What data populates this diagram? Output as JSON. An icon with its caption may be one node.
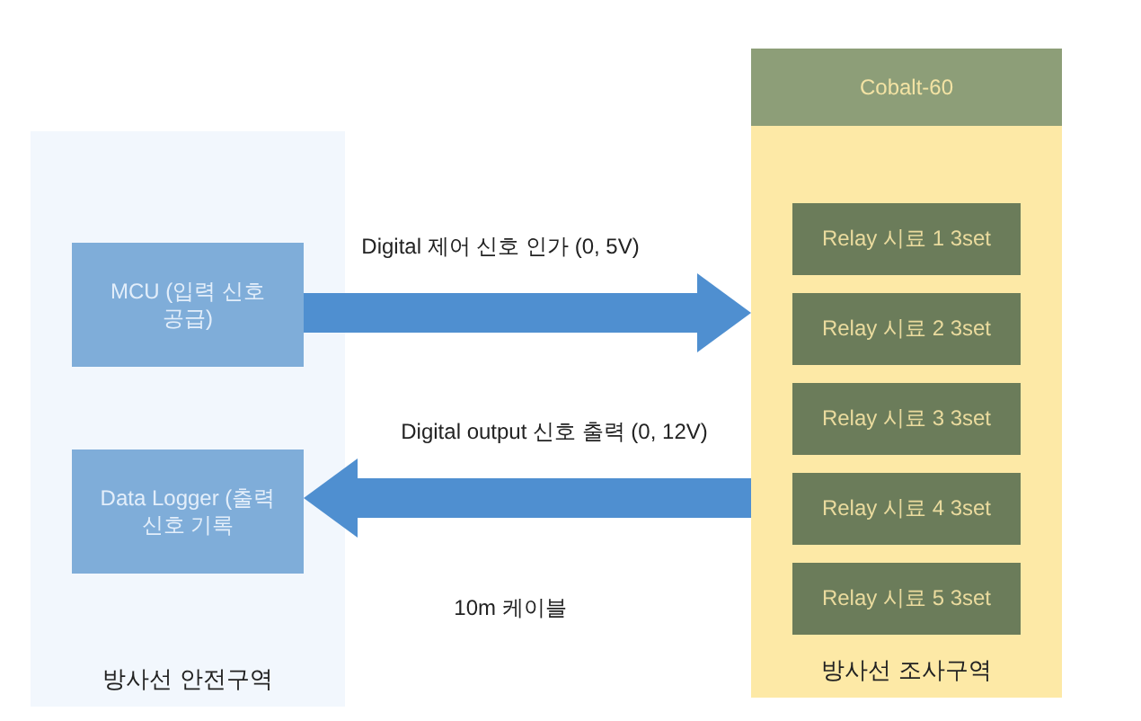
{
  "diagram": {
    "nodes": [
      {
        "text": [
          "방사선 안전구역"
        ]
      },
      {
        "text": [
          "MCU (입력 신호 공급)"
        ],
        "in": 0
      },
      {
        "text": [
          "Data Logger (출력 신호 기록"
        ],
        "in": 0
      },
      {
        "text": [
          "방사선 조사구역"
        ]
      },
      {
        "text": [
          "Cobalt-60"
        ],
        "in": 3
      },
      {
        "text": [
          "Relay 시료 1 3set"
        ],
        "in": 3
      },
      {
        "text": [
          "Relay 시료 2 3set"
        ],
        "in": 3
      },
      {
        "text": [
          "Relay 시료 3 3set"
        ],
        "in": 3
      },
      {
        "text": [
          "Relay 시료 4 3set"
        ],
        "in": 3
      },
      {
        "text": [
          "Relay 시료 5 3set"
        ],
        "in": 3
      }
    ],
    "edges": [
      {
        "from": 1,
        "to": 3,
        "arrow": "to",
        "label": "Digital 제어 신호 인가 (0, 5V)"
      },
      {
        "from": 3,
        "to": 2,
        "arrow": "to",
        "label": "Digital output 신호 출력 (0, 12V)"
      }
    ],
    "labels": [
      "10m 케이블"
    ]
  }
}
